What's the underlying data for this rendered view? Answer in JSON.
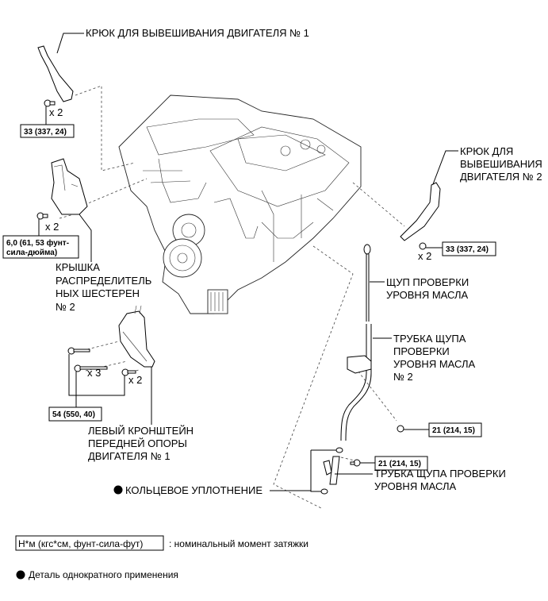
{
  "labels": {
    "hook1": "КРЮК ДЛЯ ВЫВЕШИВАНИЯ ДВИГАТЕЛЯ № 1",
    "hook2": [
      "КРЮК ДЛЯ",
      "ВЫВЕШИВАНИЯ",
      "ДВИГАТЕЛЯ № 2"
    ],
    "timing_cover": [
      "КРЫШКА",
      "РАСПРЕДЕЛИТЕЛЬ",
      "НЫХ ШЕСТЕРЕН",
      "№ 2"
    ],
    "dipstick": [
      "ЩУП ПРОВЕРКИ",
      "УРОВНЯ МАСЛА"
    ],
    "dipstick_tube2": [
      "ТРУБКА ЩУПА",
      "ПРОВЕРКИ",
      "УРОВНЯ МАСЛА",
      "№ 2"
    ],
    "dipstick_tube": [
      "ТРУБКА ЩУПА ПРОВЕРКИ",
      "УРОВНЯ МАСЛА"
    ],
    "bracket": [
      "ЛЕВЫЙ КРОНШТЕЙН",
      "ПЕРЕДНЕЙ ОПОРЫ",
      "ДВИГАТЕЛЯ № 1"
    ],
    "o_ring": "КОЛЬЦЕВОЕ УПЛОТНЕНИЕ"
  },
  "quantities": {
    "hook1_bolts": "x 2",
    "cover_bolts": "x 2",
    "hook2_bolts": "x 2",
    "bracket_long_bolts": "x 3",
    "bracket_short_bolts": "x 2"
  },
  "torques": {
    "hook1": "33 (337, 24)",
    "cover": [
      "6,0 (61, 53 фунт-",
      "сила-дюйма)"
    ],
    "hook2": "33 (337, 24)",
    "bracket": "54 (550, 40)",
    "tube2": "21 (214, 15)",
    "tube": "21 (214, 15)"
  },
  "legend": {
    "torque_box": "Н*м (кгс*см, фунт-сила-фут)",
    "torque_desc": ": номинальный момент затяжки",
    "non_reusable": "Деталь однократного применения"
  }
}
